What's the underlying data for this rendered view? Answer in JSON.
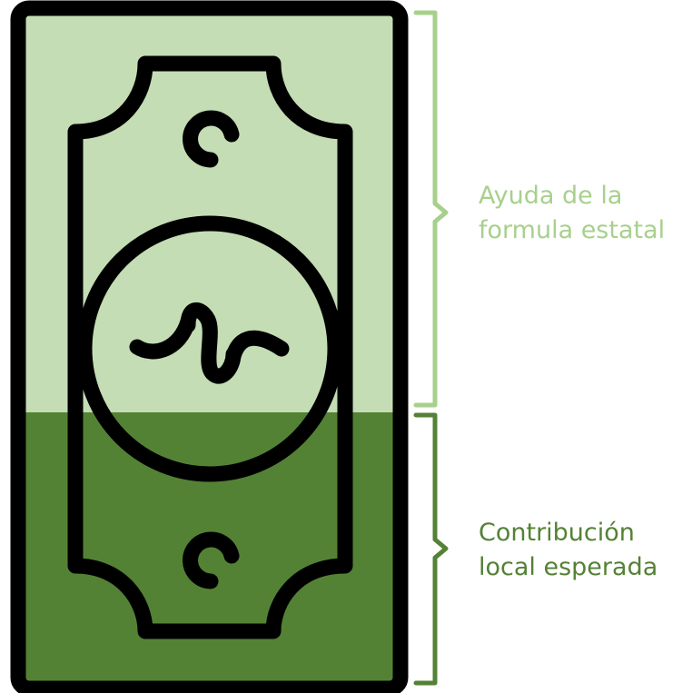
{
  "segments": [
    {
      "id": "state",
      "label_lines": [
        "Ayuda de la",
        "formula estatal"
      ],
      "color": "#C4DDB5",
      "text_color": "#A8D08D",
      "bracket_color": "#A8D08D"
    },
    {
      "id": "local",
      "label_lines": [
        "Contribución",
        "local esperada"
      ],
      "color": "#548235",
      "text_color": "#548235",
      "bracket_color": "#548235"
    }
  ],
  "outline_color": "#000000",
  "icons": {
    "bill": "dollar-bill-icon",
    "symbol": "dollar-sign-icon"
  }
}
